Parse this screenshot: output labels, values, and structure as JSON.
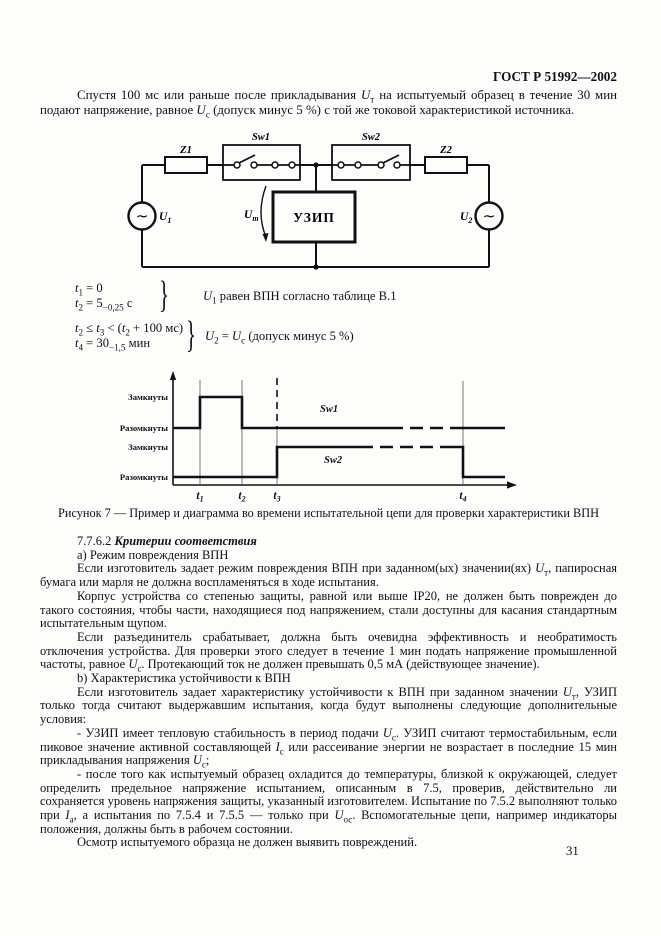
{
  "page": {
    "header": "ГОСТ Р 51992—2002",
    "page_number": "31"
  },
  "intro_paragraph": "Спустя 100 мс или раньше после прикладывания i{U}_{т} на испытуемый образец в течение 30 мин подают напряжение, равное i{U}_{с} (допуск минус 5 %) с той же токовой характеристикой источника.",
  "circuit": {
    "z1": "Z1",
    "z2": "Z2",
    "sw1": "Sw1",
    "sw2": "Sw2",
    "device": "УЗИП",
    "u1": {
      "base": "U",
      "sub": "1"
    },
    "u2": {
      "base": "U",
      "sub": "2"
    },
    "ut": {
      "base": "U",
      "sub": "т"
    },
    "tilde": "∼"
  },
  "formulas": {
    "brace": "}",
    "group1": {
      "line1": "i{t}_{1} = 0",
      "line2": "i{t}_{2} = 5_{−0,25} с",
      "note": "i{U}_{1} равен ВПН согласно таблице В.1"
    },
    "group2": {
      "line1": "i{t}_{2} ≤ i{t}_{3} < (i{t}_{2} + 100 мс)",
      "line2": "i{t}_{4} = 30_{−1,5} мин",
      "note": "i{U}_{2} = i{U}_{с} (допуск минус 5 %)"
    }
  },
  "timing": {
    "y_labels": [
      "Замкнуты",
      "Разомкнуты",
      "Замкнуты",
      "Разомкнуты"
    ],
    "x_labels": [
      {
        "base": "t",
        "sub": "1"
      },
      {
        "base": "t",
        "sub": "2"
      },
      {
        "base": "t",
        "sub": "3"
      },
      {
        "base": "t",
        "sub": "4"
      }
    ],
    "series": [
      {
        "name": "Sw1",
        "state": "замкнут от t1 до t2, далее разомкнут"
      },
      {
        "name": "Sw2",
        "state": "замкнут от t3 до t4, до t3 и после t4 разомкнут"
      }
    ]
  },
  "caption": "Рисунок 7 — Пример и диаграмма во времени испытательной цепи для проверки характеристики ВПН",
  "body": {
    "paragraphs": [
      {
        "style": "indent",
        "text": "7.7.6.2 *{Критерии соответствия}"
      },
      {
        "style": "indent",
        "text": "а) Режим повреждения ВПН"
      },
      {
        "style": "indent",
        "text": "Если изготовитель задает режим повреждения ВПН при заданном(ых) значении(ях) i{U}_{т}, папиросная бумага или марля не должна воспламеняться в ходе испытания."
      },
      {
        "style": "indent",
        "text": "Корпус устройства со степенью защиты, равной или выше IP20, не должен быть поврежден до такого состояния, чтобы части, находящиеся под напряжением, стали доступны для касания стандартным испытательным щупом."
      },
      {
        "style": "indent",
        "text": "Если разъединитель срабатывает, должна быть очевидна эффективность и необратимость отключения устройства. Для проверки этого следует в течение 1 мин подать напряжение промышленной частоты, равное i{U}_{с}. Протекающий ток не должен превышать 0,5 мА (действующее значение)."
      },
      {
        "style": "indent",
        "text": "b) Характеристика устойчивости к ВПН"
      },
      {
        "style": "indent",
        "text": "Если изготовитель задает характеристику устойчивости к ВПН при заданном значении i{U}_{т}, УЗИП только тогда считают выдержавшим испытания, когда будут выполнены следующие дополнительные условия:"
      },
      {
        "style": "indent",
        "text": "- УЗИП имеет тепловую стабильность в период подачи i{U}_{с}. УЗИП считают термостабильным, если пиковое значение активной составляющей i{I}_{с} или рассеивание энергии не возрастает в последние 15 мин прикладывания напряжения i{U}_{с};"
      },
      {
        "style": "indent",
        "text": "- после того как испытуемый образец охладится до температуры, близкой к окружающей, следует определить предельное напряжение испытанием, описанным в 7.5, проверив, действительно ли сохраняется уровень напряжения защиты, указанный изготовителем. Испытание по 7.5.2 выполняют только при i{I}_{а}, а испытания по 7.5.4 и 7.5.5 — только при i{U}_{ос}. Вспомогательные цепи, например индикаторы положения, должны быть в рабочем состоянии."
      },
      {
        "style": "indent",
        "text": "Осмотр испытуемого образца не должен выявить повреждений."
      }
    ]
  }
}
